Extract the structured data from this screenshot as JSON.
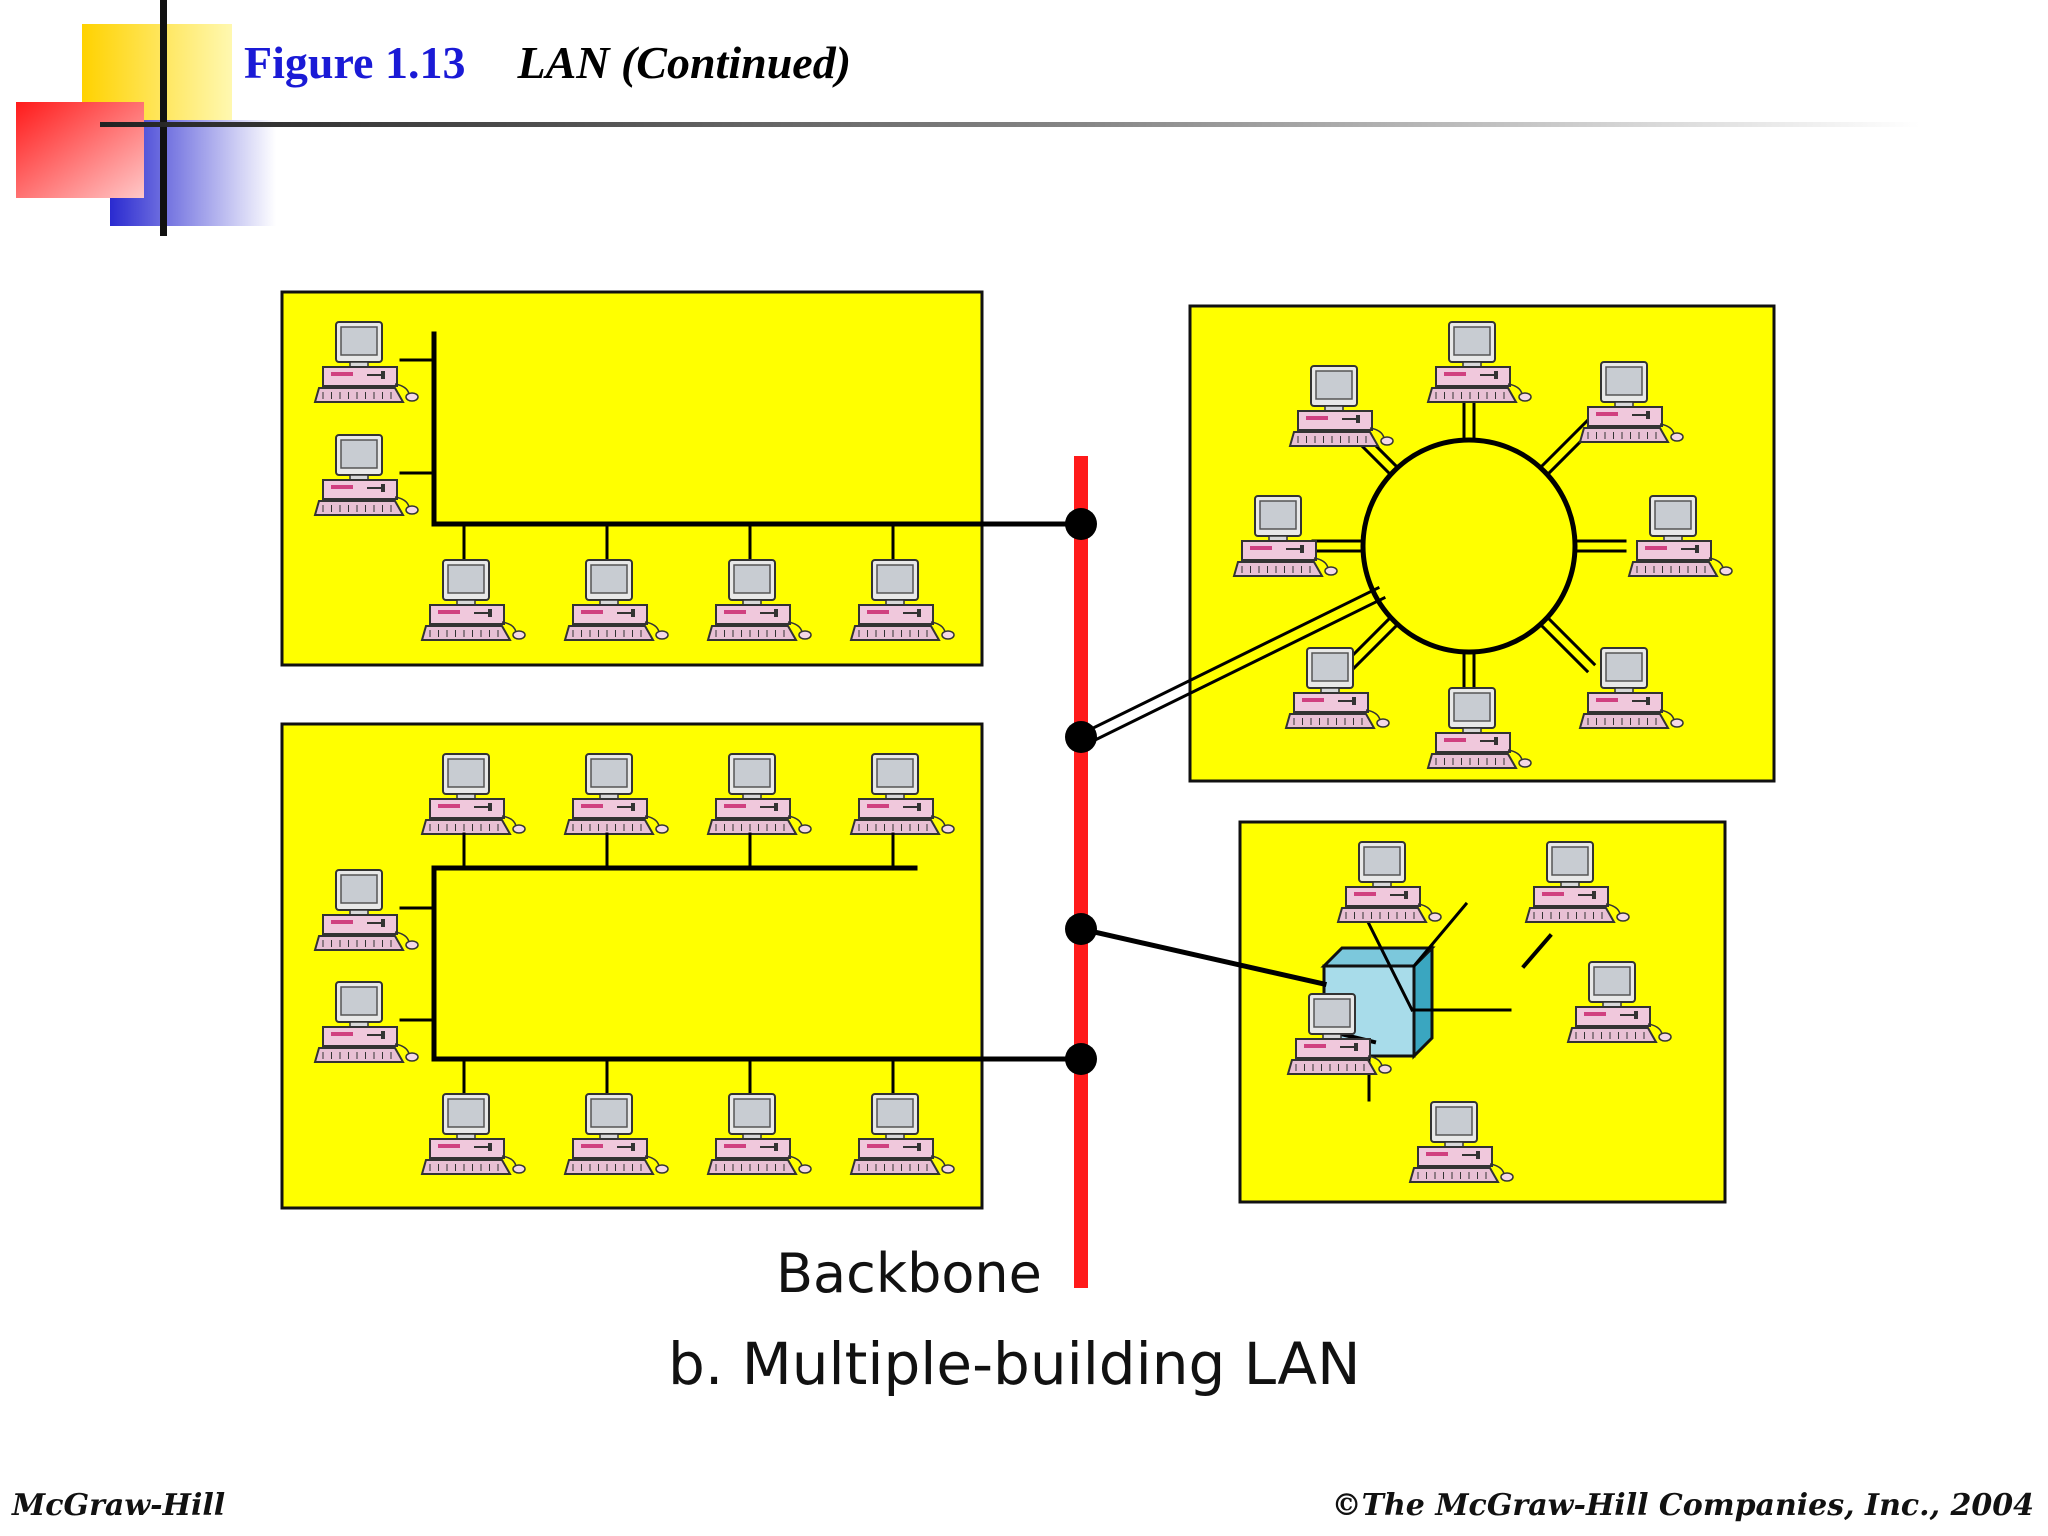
{
  "slide": {
    "figure_number": "Figure 1.13",
    "figure_title": "LAN (Continued)"
  },
  "diagram": {
    "backbone_label": "Backbone",
    "caption": "b. Multiple-building LAN",
    "colors": {
      "building": "#ffff00",
      "backbone": "#ff1a1a",
      "hub": "#a8dcea",
      "computer": "#f0c8dc"
    },
    "buildings": [
      {
        "name": "building-bus-top",
        "topology": "bus",
        "computers": 6
      },
      {
        "name": "building-bus-bottom",
        "topology": "bus",
        "computers": 10
      },
      {
        "name": "building-ring",
        "topology": "ring",
        "computers": 8
      },
      {
        "name": "building-star",
        "topology": "star",
        "computers": 5
      }
    ]
  },
  "footer": {
    "left": "McGraw-Hill",
    "right": "©The McGraw-Hill Companies, Inc., 2004"
  }
}
